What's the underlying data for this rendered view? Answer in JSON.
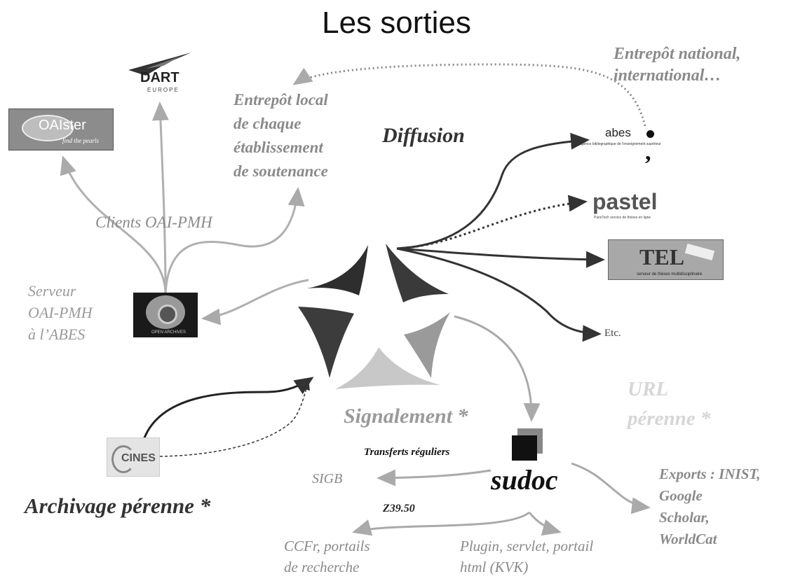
{
  "title": "Les sorties",
  "nodes": {
    "entrepot_national": [
      "Entrepôt national,",
      "international…"
    ],
    "entrepot_local": [
      "Entrepôt local",
      "de chaque",
      "établissement",
      "de soutenance"
    ],
    "diffusion": "Diffusion",
    "clients_oai": "Clients OAI-PMH",
    "serveur_oai": [
      "Serveur",
      "OAI-PMH",
      "à l’ABES"
    ],
    "etc": "Etc.",
    "url_perenne": [
      "URL",
      "pérenne *"
    ],
    "signalement": "Signalement *",
    "transferts": "Transferts réguliers",
    "sigb": "SIGB",
    "z3950": "Z39.50",
    "archivage": "Archivage pérenne *",
    "exports": [
      "Exports : INIST,",
      "Google",
      "Scholar,",
      "WorldCat"
    ],
    "ccfr": [
      "CCFr, portails",
      "de recherche"
    ],
    "plugin": [
      "Plugin, servlet, portail",
      "html (KVK)"
    ]
  },
  "logos": {
    "oaister": "OAIster",
    "oaister_tagline": "find the pearls",
    "dart": "DART",
    "dart_sub": "EUROPE",
    "abes": "abes",
    "abes_sub": "agence bibliographique de l'enseignement supérieur",
    "pastel": "pastel",
    "pastel_sub": "ParisTech service de thèses en ligne",
    "tel": "TEL",
    "tel_sub": "serveur de thèses multidisciplinaire",
    "open_archives": "OPEN ARCHIVES",
    "cines": "CINES",
    "sudoc": "sudoc"
  },
  "colors": {
    "dark_arrow": "#333333",
    "light_arrow": "#b0b0b0",
    "grey_text": "#8a8a8a"
  }
}
